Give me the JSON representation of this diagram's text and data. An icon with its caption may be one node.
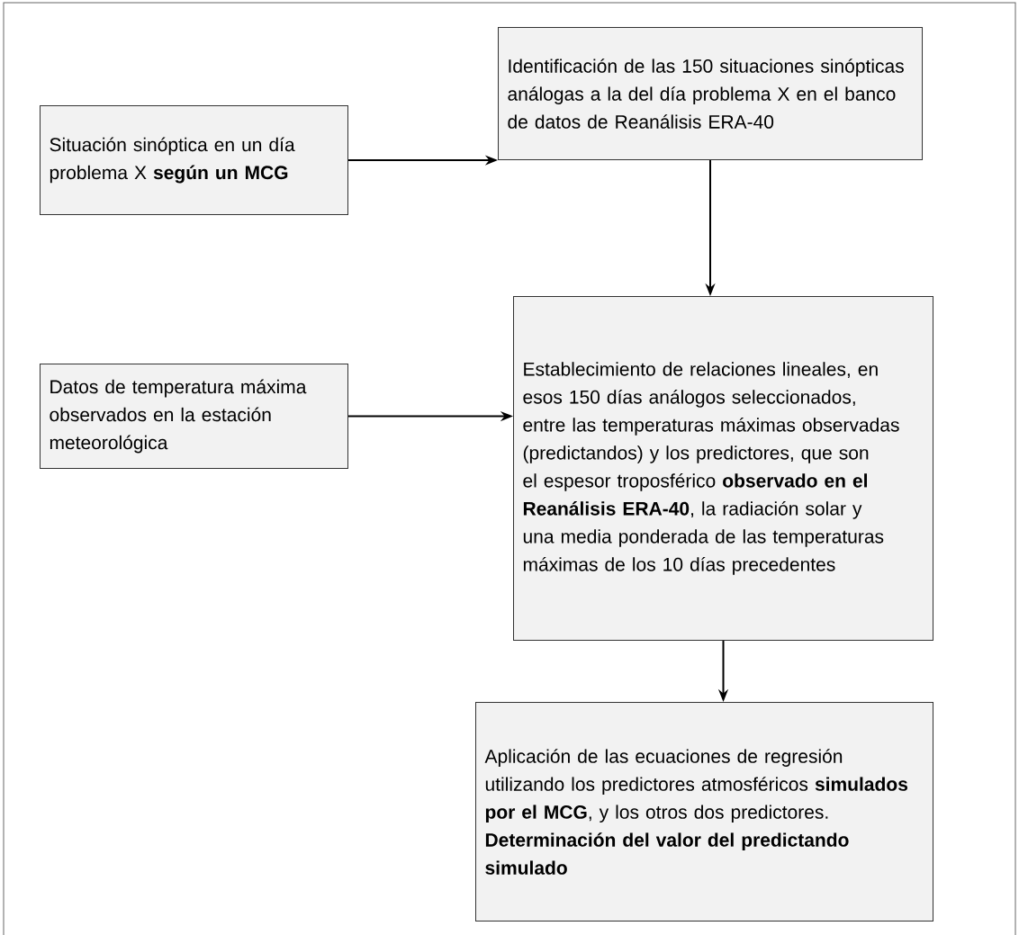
{
  "diagram": {
    "nodes": [
      {
        "text": [
          "Situación sinóptica en un día problema X **según un MCG**"
        ]
      },
      {
        "text": [
          "Identificación de las 150 situaciones sinópticas análogas a la del día problema X en el banco de datos de Reanálisis ERA-40"
        ]
      },
      {
        "text": [
          "Datos de temperatura máxima observados en la estación meteorológica"
        ]
      },
      {
        "text": [
          "Establecimiento de relaciones lineales, en esos 150 días análogos seleccionados, entre las temperaturas máximas observadas (predictandos) y los predictores, que son el espesor troposférico **observado en el Reanálisis ERA-40**, la radiación solar y una media ponderada de las temperaturas máximas de los 10 días precedentes"
        ]
      },
      {
        "text": [
          "Aplicación de las ecuaciones de regresión utilizando los predictores atmosféricos **simulados por el MCG**, y los otros dos predictores. **Determinación del valor del predictando simulado**"
        ]
      }
    ],
    "edges": [
      {
        "from": 0,
        "to": 1,
        "arrow": "to"
      },
      {
        "from": 1,
        "to": 3,
        "arrow": "to"
      },
      {
        "from": 2,
        "to": 3,
        "arrow": "to"
      },
      {
        "from": 3,
        "to": 4,
        "arrow": "to"
      }
    ]
  }
}
